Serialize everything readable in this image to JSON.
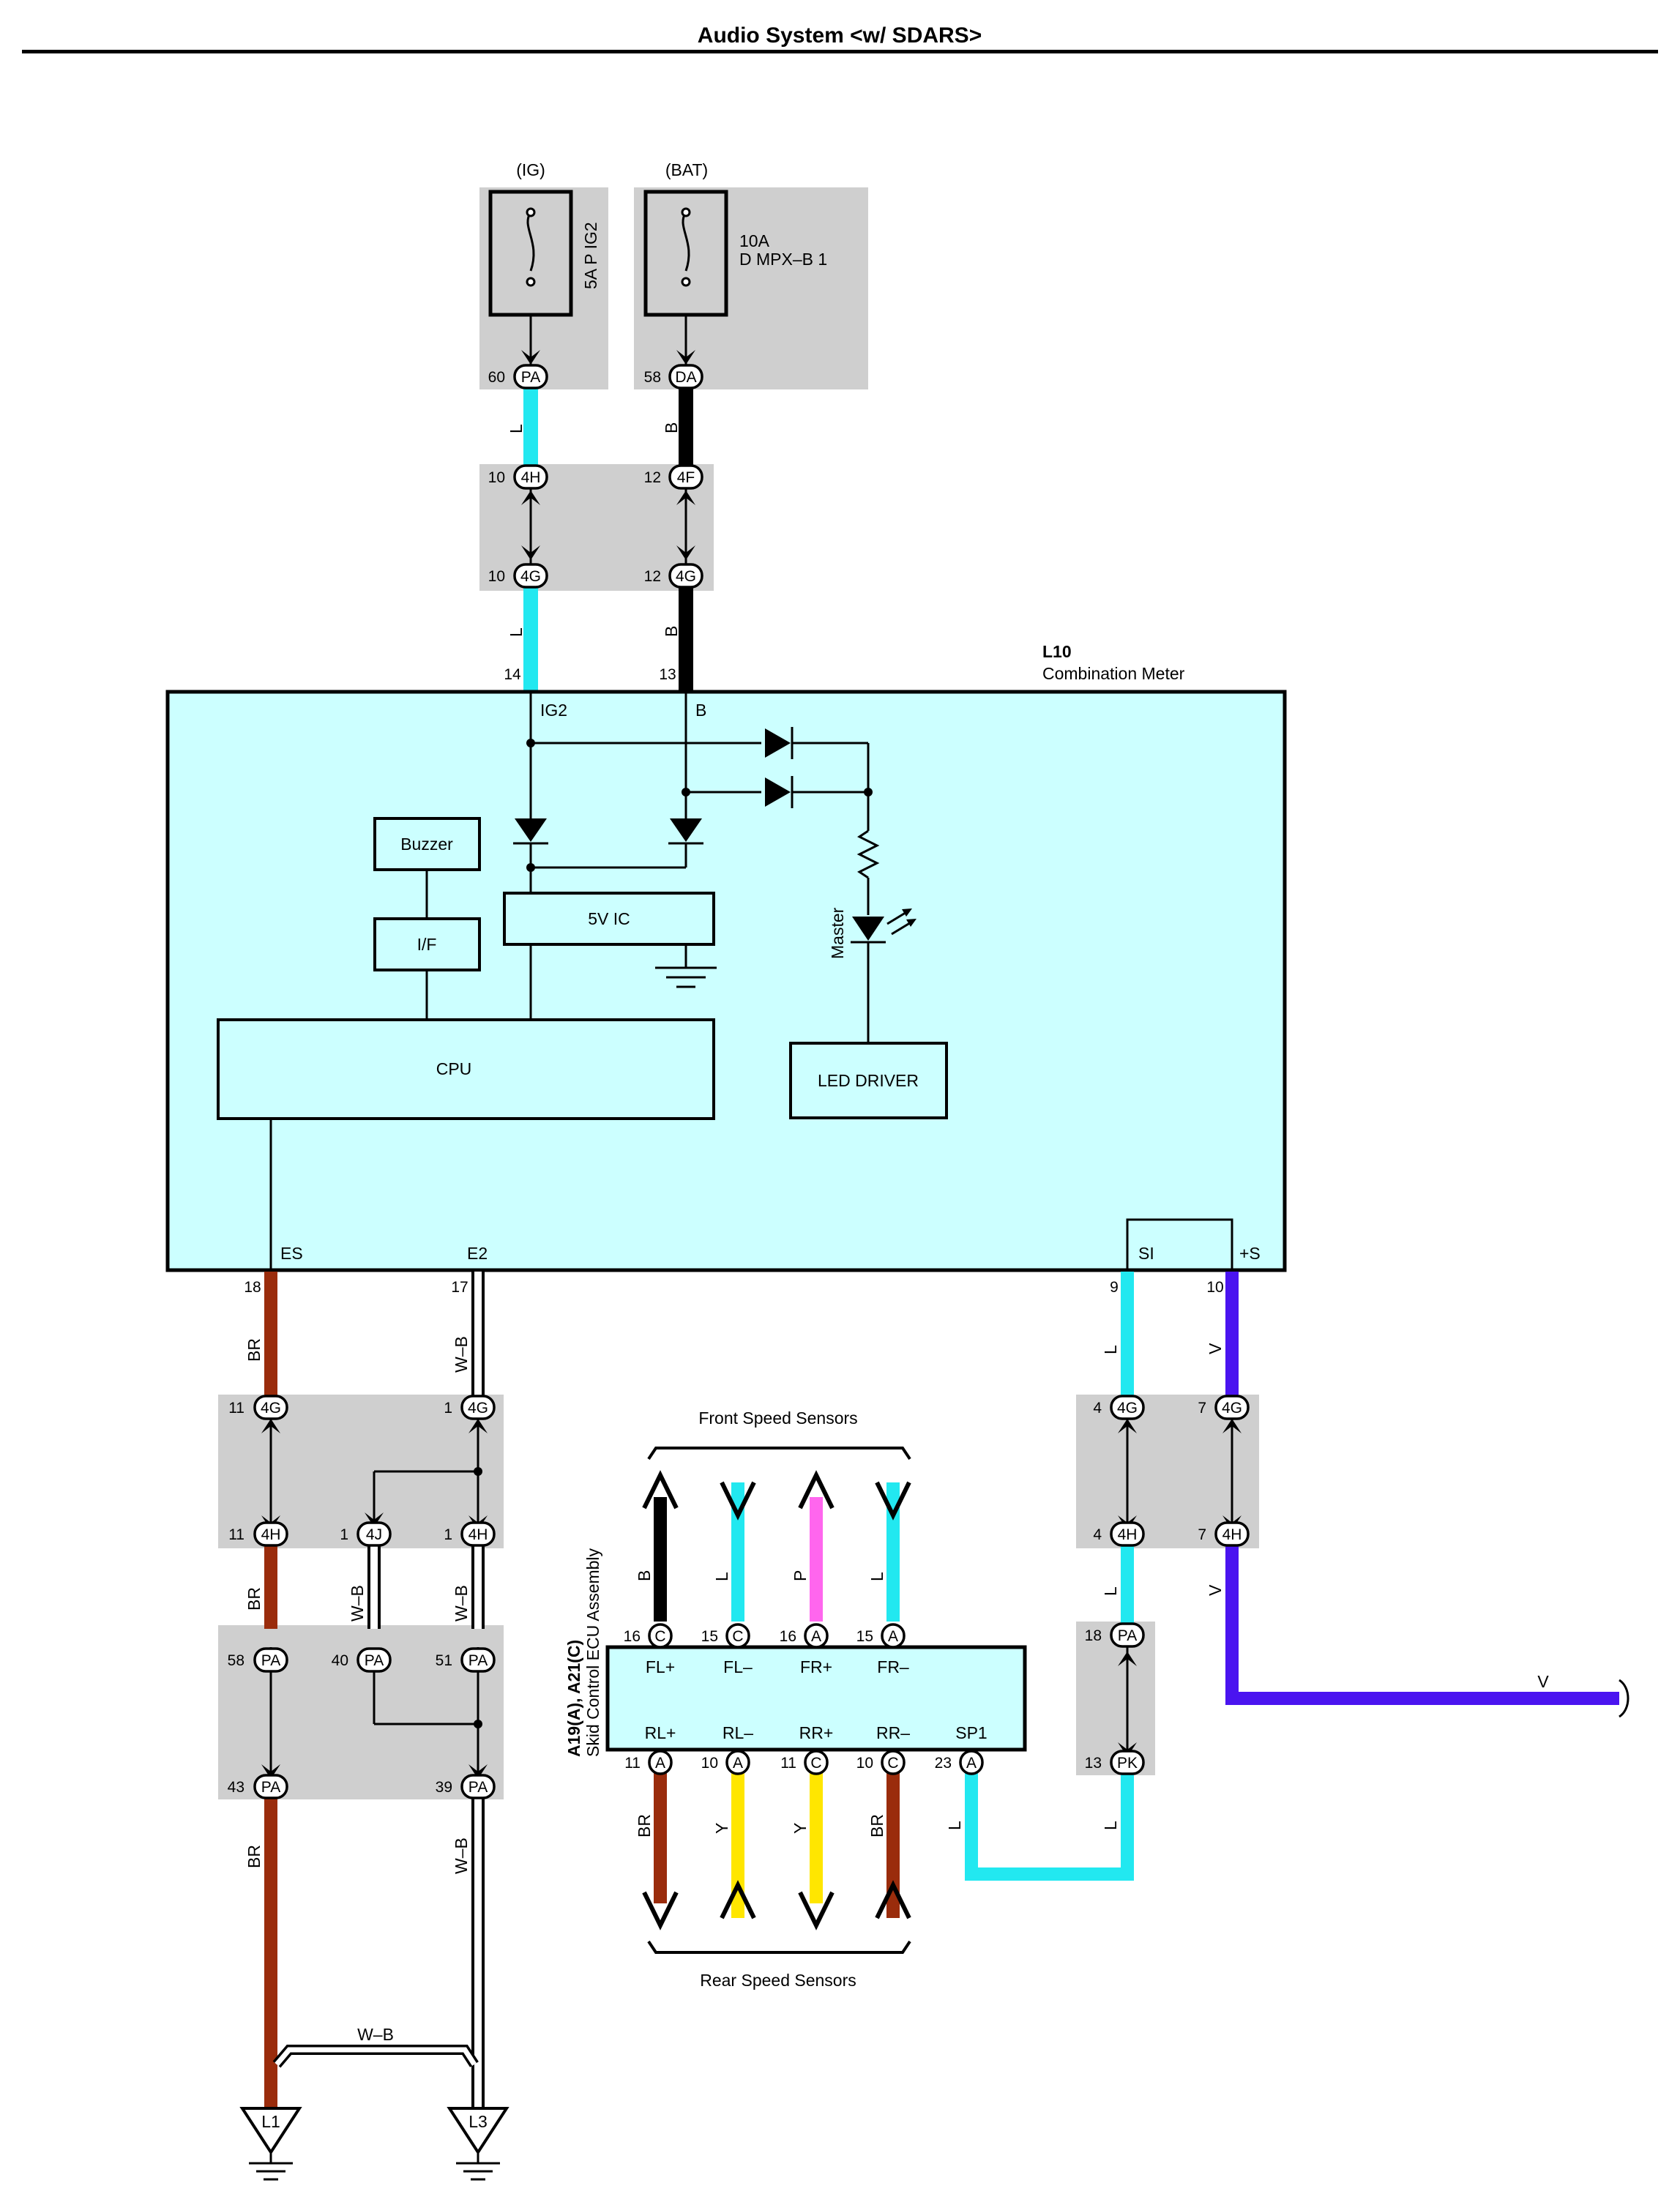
{
  "title": "Audio System <w/ SDARS>",
  "meter": {
    "code": "L10",
    "name": "Combination Meter"
  },
  "power": {
    "ig_label": "(IG)",
    "bat_label": "(BAT)",
    "fuse1": "5A P IG2",
    "fuse2_amp": "10A",
    "fuse2_name": "D MPX–B 1"
  },
  "wire_colors": {
    "L": "#22e8f0",
    "B": "#000000",
    "BR": "#9a2c0c",
    "V": "#4a14f0",
    "P": "#ff66ee",
    "Y": "#ffe600",
    "W-B": "#ffffff"
  },
  "connectors": {
    "PA": "PA",
    "DA": "DA",
    "H4": "4H",
    "F4": "4F",
    "G4": "4G",
    "J4": "4J",
    "PK": "PK",
    "A": "A",
    "C": "C"
  },
  "pins": {
    "p60": "60",
    "p58": "58",
    "p10": "10",
    "p12": "12",
    "p14": "14",
    "p13": "13",
    "p18": "18",
    "p17": "17",
    "p9": "9",
    "p11": "11",
    "p1": "1",
    "p40": "40",
    "p51": "51",
    "p43": "43",
    "p39": "39",
    "p4": "4",
    "p7": "7",
    "p16": "16",
    "p15": "15",
    "p23": "23"
  },
  "terminals": {
    "ig2": "IG2",
    "b": "B",
    "es": "ES",
    "e2": "E2",
    "si": "SI",
    "plus_s": "+S"
  },
  "internal": {
    "buzzer": "Buzzer",
    "if": "I/F",
    "cpu": "CPU",
    "ic5v": "5V IC",
    "led_driver": "LED DRIVER",
    "master": "Master"
  },
  "ecu": {
    "code": "A19(A), A21(C)",
    "name": "Skid Control ECU Assembly",
    "top_terms": [
      "FL+",
      "FL–",
      "FR+",
      "FR–"
    ],
    "bottom_terms": [
      "RL+",
      "RL–",
      "RR+",
      "RR–",
      "SP1"
    ]
  },
  "sensors": {
    "front": "Front Speed Sensors",
    "rear": "Rear Speed Sensors"
  },
  "wire_labels": {
    "l": "L",
    "b": "B",
    "br": "BR",
    "wb": "W–B",
    "v": "V",
    "p": "P",
    "y": "Y"
  },
  "grounds": {
    "l1": "L1",
    "l3": "L3"
  }
}
